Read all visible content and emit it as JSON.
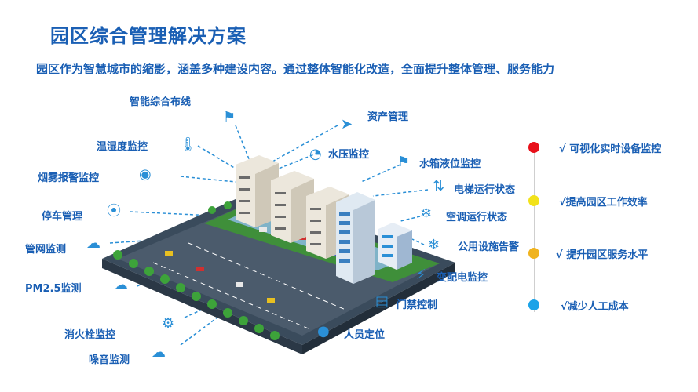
{
  "title": "园区综合管理解决方案",
  "subtitle": "园区作为智慧城市的缩影，涵盖多种建设内容。通过整体智能化改造，全面提升整体管理、服务能力",
  "labels": {
    "cabling": "智能综合布线",
    "assets": "资产管理",
    "temp_humidity": "温湿度监控",
    "water_pressure": "水压监控",
    "tank_level": "水箱液位监控",
    "smoke_alarm": "烟雾报警监控",
    "elevator": "电梯运行状态",
    "parking": "停车管理",
    "ac": "空调运行状态",
    "pipe_network": "管网监测",
    "public_facility": "公用设施告警",
    "pm25": "PM2.5监测",
    "power": "变配电监控",
    "access": "门禁控制",
    "hydrant": "消火栓监控",
    "personnel": "人员定位",
    "noise": "噪音监测"
  },
  "benefits": [
    {
      "text": "√ 可视化实时设备监控",
      "color": "#e8101a"
    },
    {
      "text": "√提高园区工作效率",
      "color": "#f2e21a"
    },
    {
      "text": "√ 提升园区服务水平",
      "color": "#f0b31e"
    },
    {
      "text": "√减少人工成本",
      "color": "#1ba3e8"
    }
  ]
}
